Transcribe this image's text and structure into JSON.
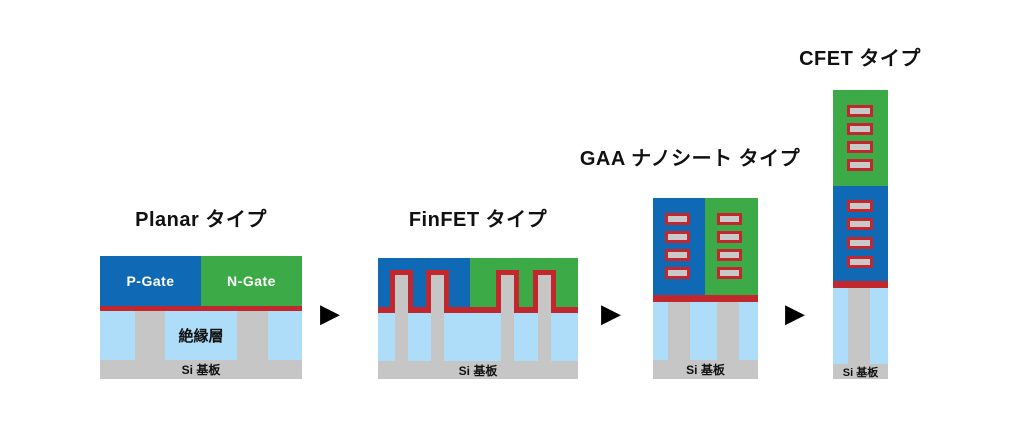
{
  "figure": {
    "description": "Evolution of transistor structures from Planar to CFET"
  },
  "colors": {
    "background": "#ffffff",
    "p_gate_blue": "#1069b4",
    "n_gate_green": "#3caa46",
    "gate_oxide_red": "#c1272d",
    "insulator_blue": "#aeddf9",
    "silicon_gray": "#c6c6c6",
    "sheet_gray": "#c9c9c9",
    "arrow_black": "#000000",
    "label_dark": "#111111",
    "label_white": "#ffffff"
  },
  "icons": {
    "arrow_right": "▶"
  },
  "diagrams": {
    "planar": {
      "title": "Planar タイプ",
      "p_gate_label": "P-Gate",
      "n_gate_label": "N-Gate",
      "insulator_label": "絶縁層",
      "substrate_label": "Si 基板"
    },
    "finfet": {
      "title": "FinFET タイプ",
      "substrate_label": "Si 基板"
    },
    "gaa": {
      "title": "GAA ナノシート タイプ",
      "substrate_label": "Si 基板"
    },
    "cfet": {
      "title": "CFET タイプ",
      "substrate_label": "Si 基板"
    }
  }
}
